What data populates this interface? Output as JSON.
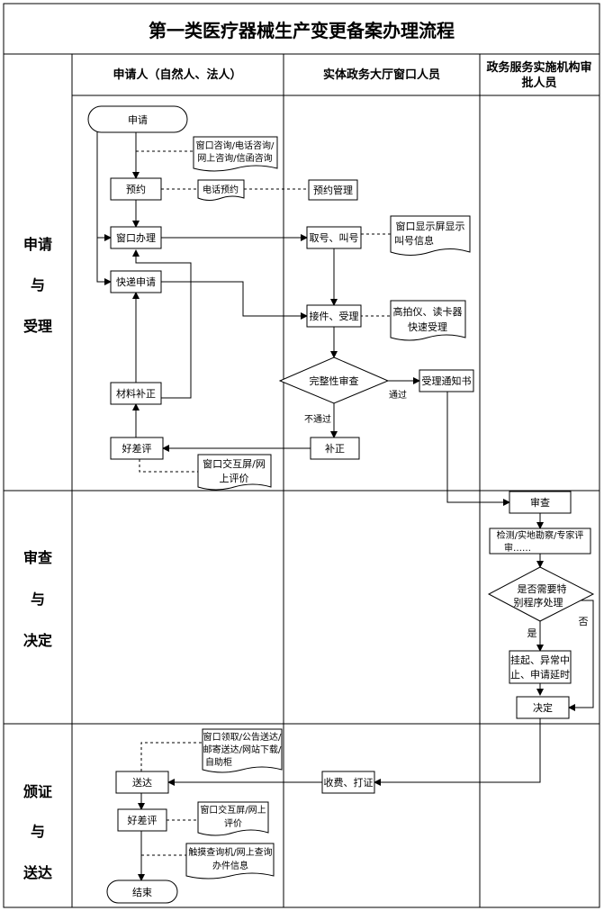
{
  "title": "第一类医疗器械生产变更备案办理流程",
  "columns": {
    "applicant": "申请人（自然人、法人）",
    "window": "实体政务大厅窗口人员",
    "approver_line1": "政务服务实施机构审",
    "approver_line2": "批人员"
  },
  "phases": {
    "apply": [
      "申请",
      "与",
      "受理"
    ],
    "review": [
      "审查",
      "与",
      "决定"
    ],
    "deliver": [
      "颁证",
      "与",
      "送达"
    ]
  },
  "nodes": {
    "apply": "申请",
    "reserve": "预约",
    "window_handle": "窗口办理",
    "express_apply": "快递申请",
    "supplement_materials": "材料补正",
    "rate_1": "好差评",
    "reserve_mgmt": "预约管理",
    "take_number": "取号、叫号",
    "receive": "接件、受理",
    "completeness_check": "完整性审查",
    "correction": "补正",
    "acceptance_notice": "受理通知书",
    "review": "审查",
    "inspection_1": "检测/实地勘察/专家评",
    "inspection_2": "审……",
    "special_q_1": "是否需要特",
    "special_q_2": "别程序处理",
    "suspend_1": "挂起、异常中",
    "suspend_2": "止、申请延时",
    "decision": "决定",
    "fee_issue": "收费、打证",
    "deliver": "送达",
    "rate_2": "好差评",
    "end": "结束"
  },
  "docs": {
    "consult_1": "窗口咨询/电话咨询/",
    "consult_2": "网上咨询/信函咨询",
    "phone_reserve": "电话预约",
    "screen_1": "窗口显示屏显示",
    "screen_2": "叫号信息",
    "scanner_1": "高拍仪、读卡器",
    "scanner_2": "快速受理",
    "eval_1_a": "窗口交互屏/网",
    "eval_1_b": "上评价",
    "pickup_1": "窗口领取/公告送达/",
    "pickup_2": "邮寄送达/网站下载/",
    "pickup_3": "自助柜",
    "eval_2_a": "窗口交互屏/网上",
    "eval_2_b": "评价",
    "query_1": "触摸查询机/网上查询",
    "query_2": "办件信息"
  },
  "edge_labels": {
    "pass": "通过",
    "fail": "不通过",
    "yes": "是",
    "no": "否"
  }
}
